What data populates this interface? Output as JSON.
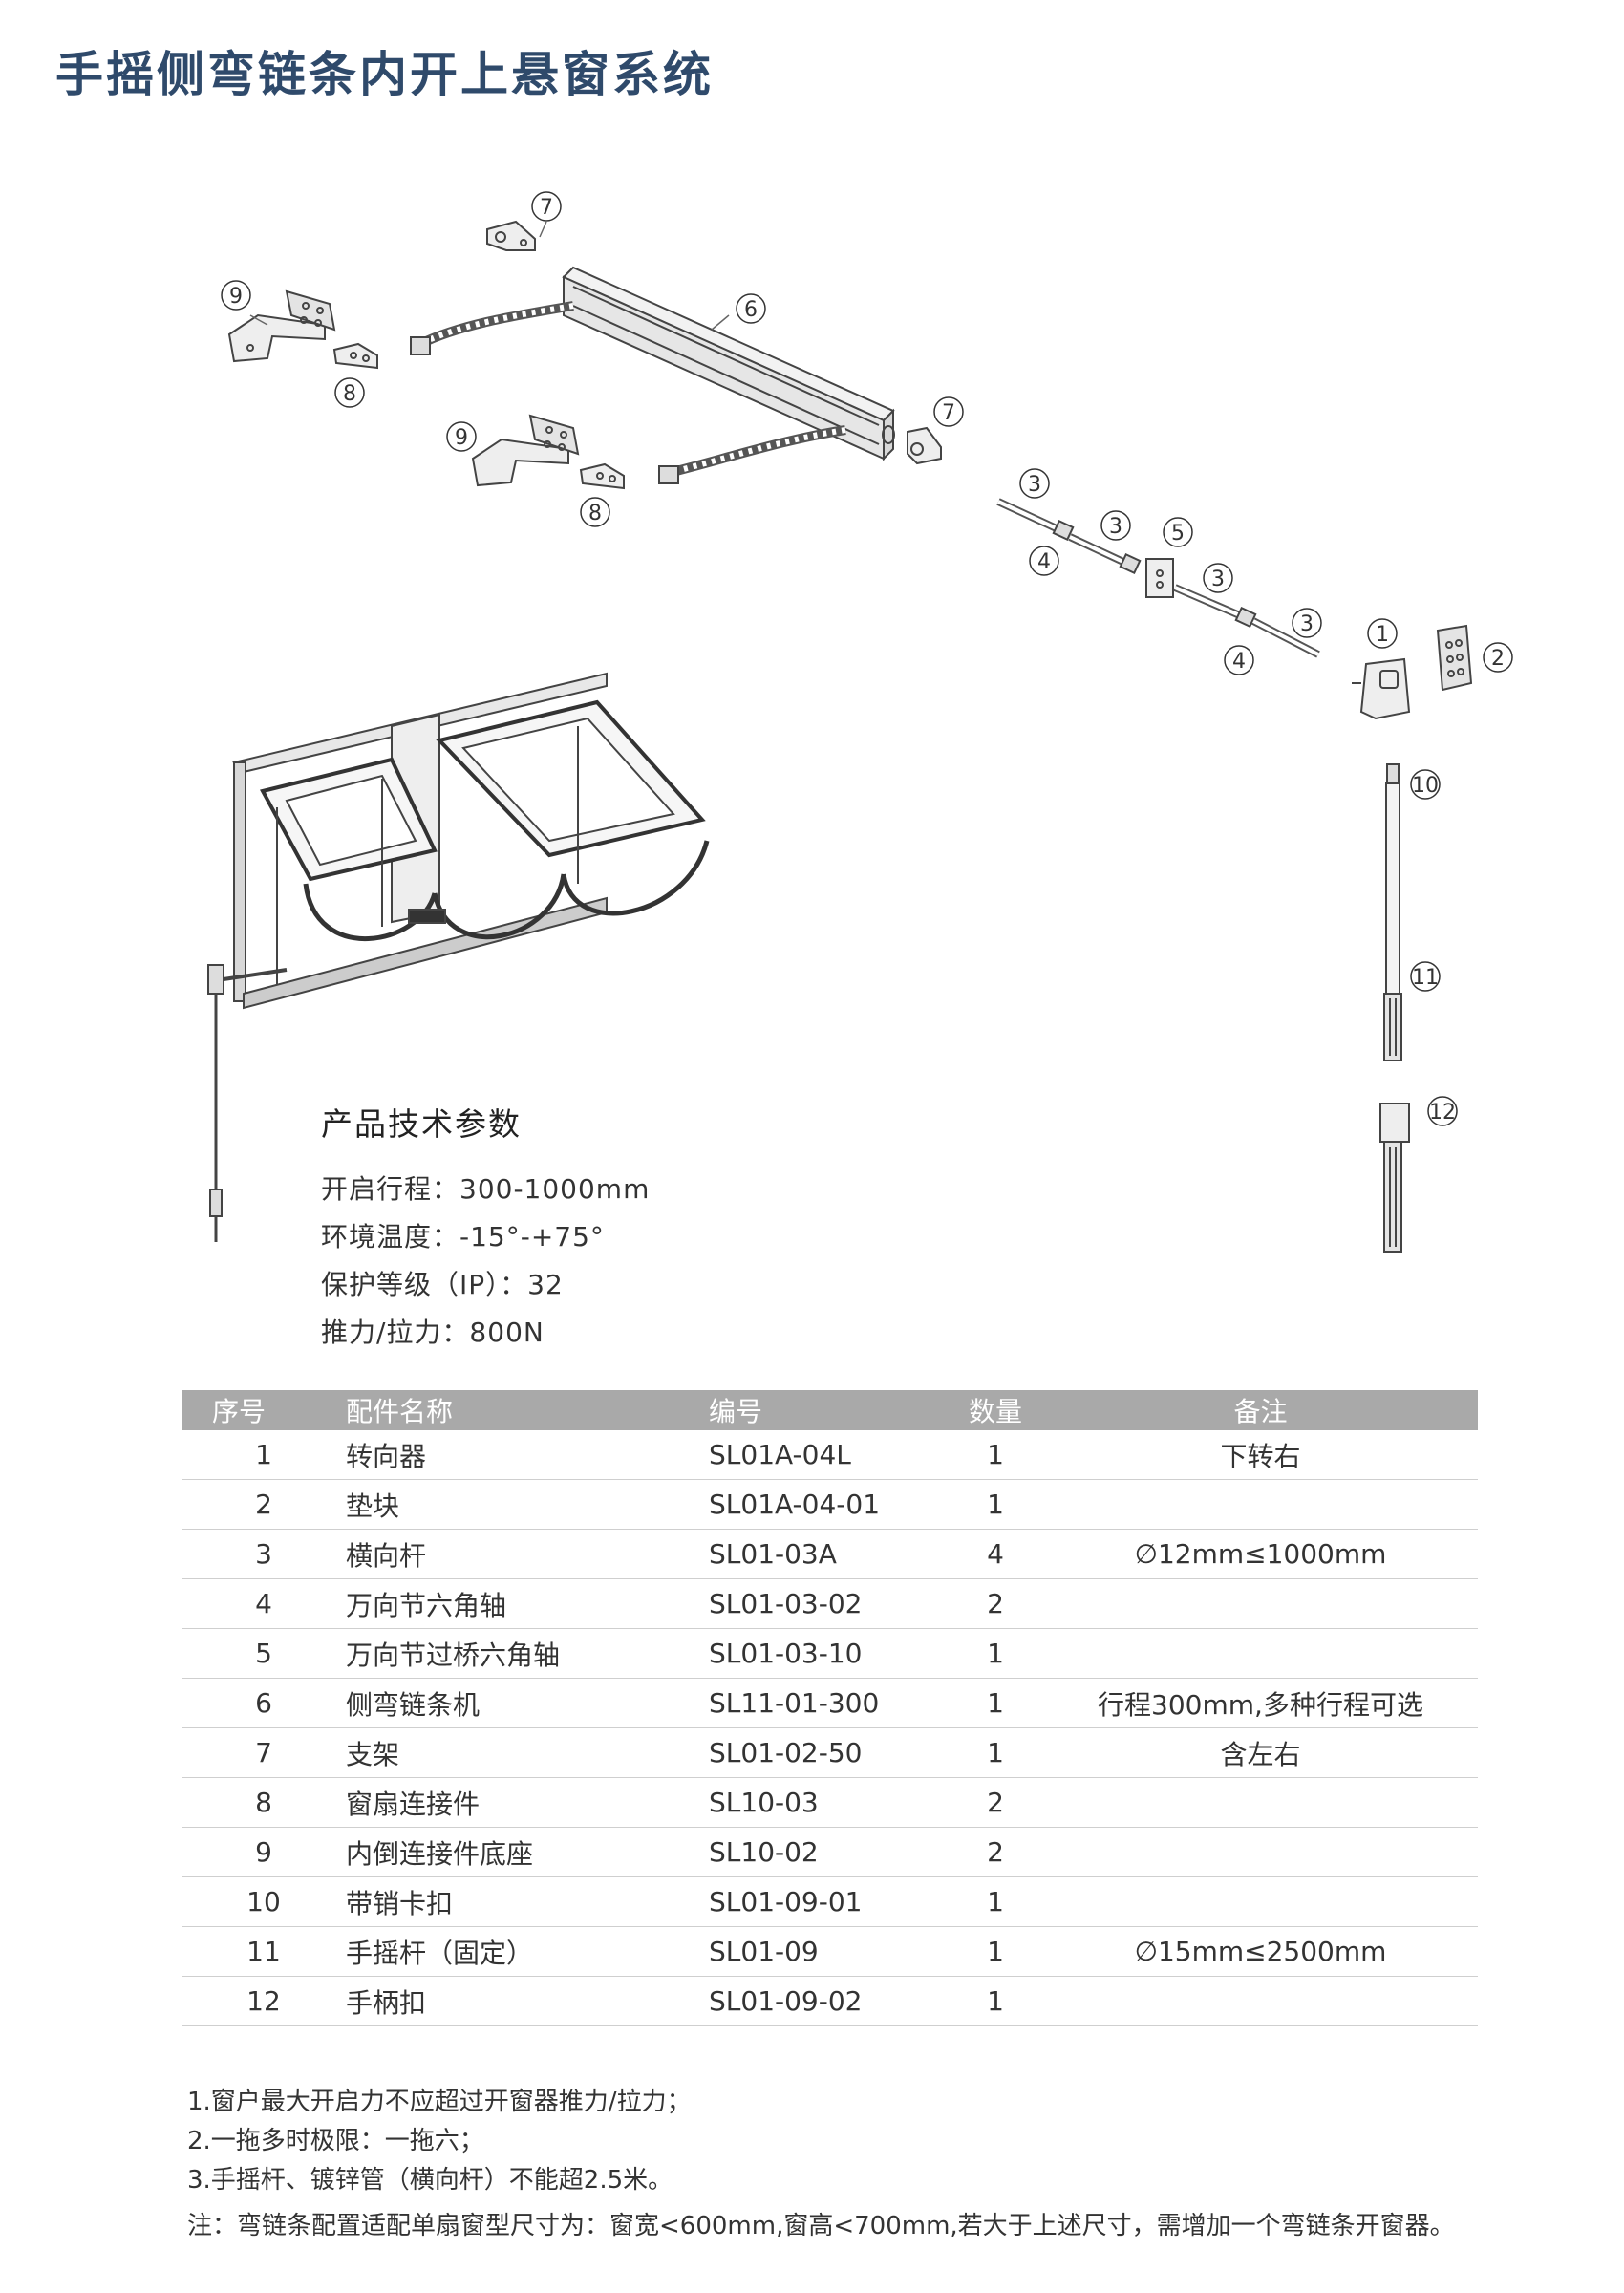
{
  "title": "手摇侧弯链条内开上悬窗系统",
  "callouts": [
    "7",
    "9",
    "6",
    "8",
    "9",
    "7",
    "8",
    "3",
    "3",
    "5",
    "4",
    "3",
    "3",
    "1",
    "2",
    "4",
    "10",
    "11",
    "12"
  ],
  "specs": {
    "heading": "产品技术参数",
    "rows": [
      "开启行程：300-1000mm",
      "环境温度：-15°-+75°",
      "保护等级（IP）：32",
      "推力/拉力：800N"
    ]
  },
  "table": {
    "headers": [
      "序号",
      "配件名称",
      "编号",
      "数量",
      "备注"
    ],
    "rows": [
      [
        "1",
        "转向器",
        "SL01A-04L",
        "1",
        "下转右"
      ],
      [
        "2",
        "垫块",
        "SL01A-04-01",
        "1",
        ""
      ],
      [
        "3",
        "横向杆",
        "SL01-03A",
        "4",
        "∅12mm≤1000mm"
      ],
      [
        "4",
        "万向节六角轴",
        "SL01-03-02",
        "2",
        ""
      ],
      [
        "5",
        "万向节过桥六角轴",
        "SL01-03-10",
        "1",
        ""
      ],
      [
        "6",
        "侧弯链条机",
        "SL11-01-300",
        "1",
        "行程300mm,多种行程可选"
      ],
      [
        "7",
        "支架",
        "SL01-02-50",
        "1",
        "含左右"
      ],
      [
        "8",
        "窗扇连接件",
        "SL10-03",
        "2",
        ""
      ],
      [
        "9",
        "内倒连接件底座",
        "SL10-02",
        "2",
        ""
      ],
      [
        "10",
        "带销卡扣",
        "SL01-09-01",
        "1",
        ""
      ],
      [
        "11",
        "手摇杆（固定）",
        "SL01-09",
        "1",
        "∅15mm≤2500mm"
      ],
      [
        "12",
        "手柄扣",
        "SL01-09-02",
        "1",
        ""
      ]
    ]
  },
  "notes": [
    "1.窗户最大开启力不应超过开窗器推力/拉力；",
    "2.一拖多时极限：一拖六；",
    "3.手摇杆、镀锌管（横向杆）不能超2.5米。"
  ],
  "footnote": "注：弯链条配置适配单扇窗型尺寸为：窗宽<600mm,窗高<700mm,若大于上述尺寸，需增加一个弯链条开窗器。"
}
